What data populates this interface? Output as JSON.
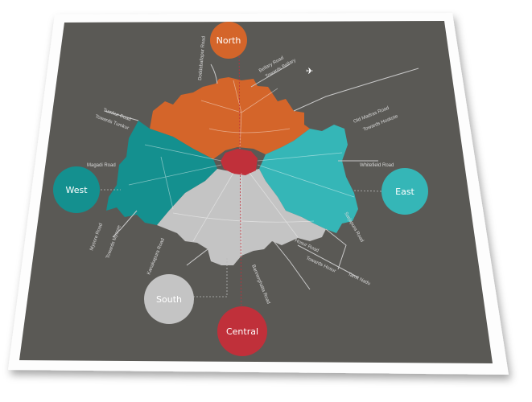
{
  "zones": {
    "north": "North",
    "west": "West",
    "east": "East",
    "south": "South",
    "central": "Central"
  },
  "roads": {
    "doddaballapur": "Doddaballapur Road",
    "bellary": "Bellary Road",
    "towards_bellary": "Towards Bellary",
    "tumkur": "Tumkur Road",
    "towards_tumkur": "Towards Tumkur",
    "old_madras": "Old Madras Road",
    "towards_hoskote": "Towards Hoskote",
    "whitefield": "Whitefield Road",
    "magadi": "Magadi Road",
    "mysore": "Mysore Road",
    "towards_mysore": "Towards Mysore",
    "kanakapura": "Kanakapura Road",
    "bannerghatta": "Bannerghatta Road",
    "hosur": "Hosur Road",
    "towards_hosur": "Towards Hosur",
    "tamil_nadu": "Tamil Nadu",
    "sarjapura": "Sarjapura Road"
  },
  "icons": {
    "airport": "airplane-icon"
  },
  "colors": {
    "north": "#d4652a",
    "west": "#14908f",
    "east": "#35b6b7",
    "south": "#c4c4c4",
    "central": "#c0303a",
    "board": "#5a5955"
  }
}
